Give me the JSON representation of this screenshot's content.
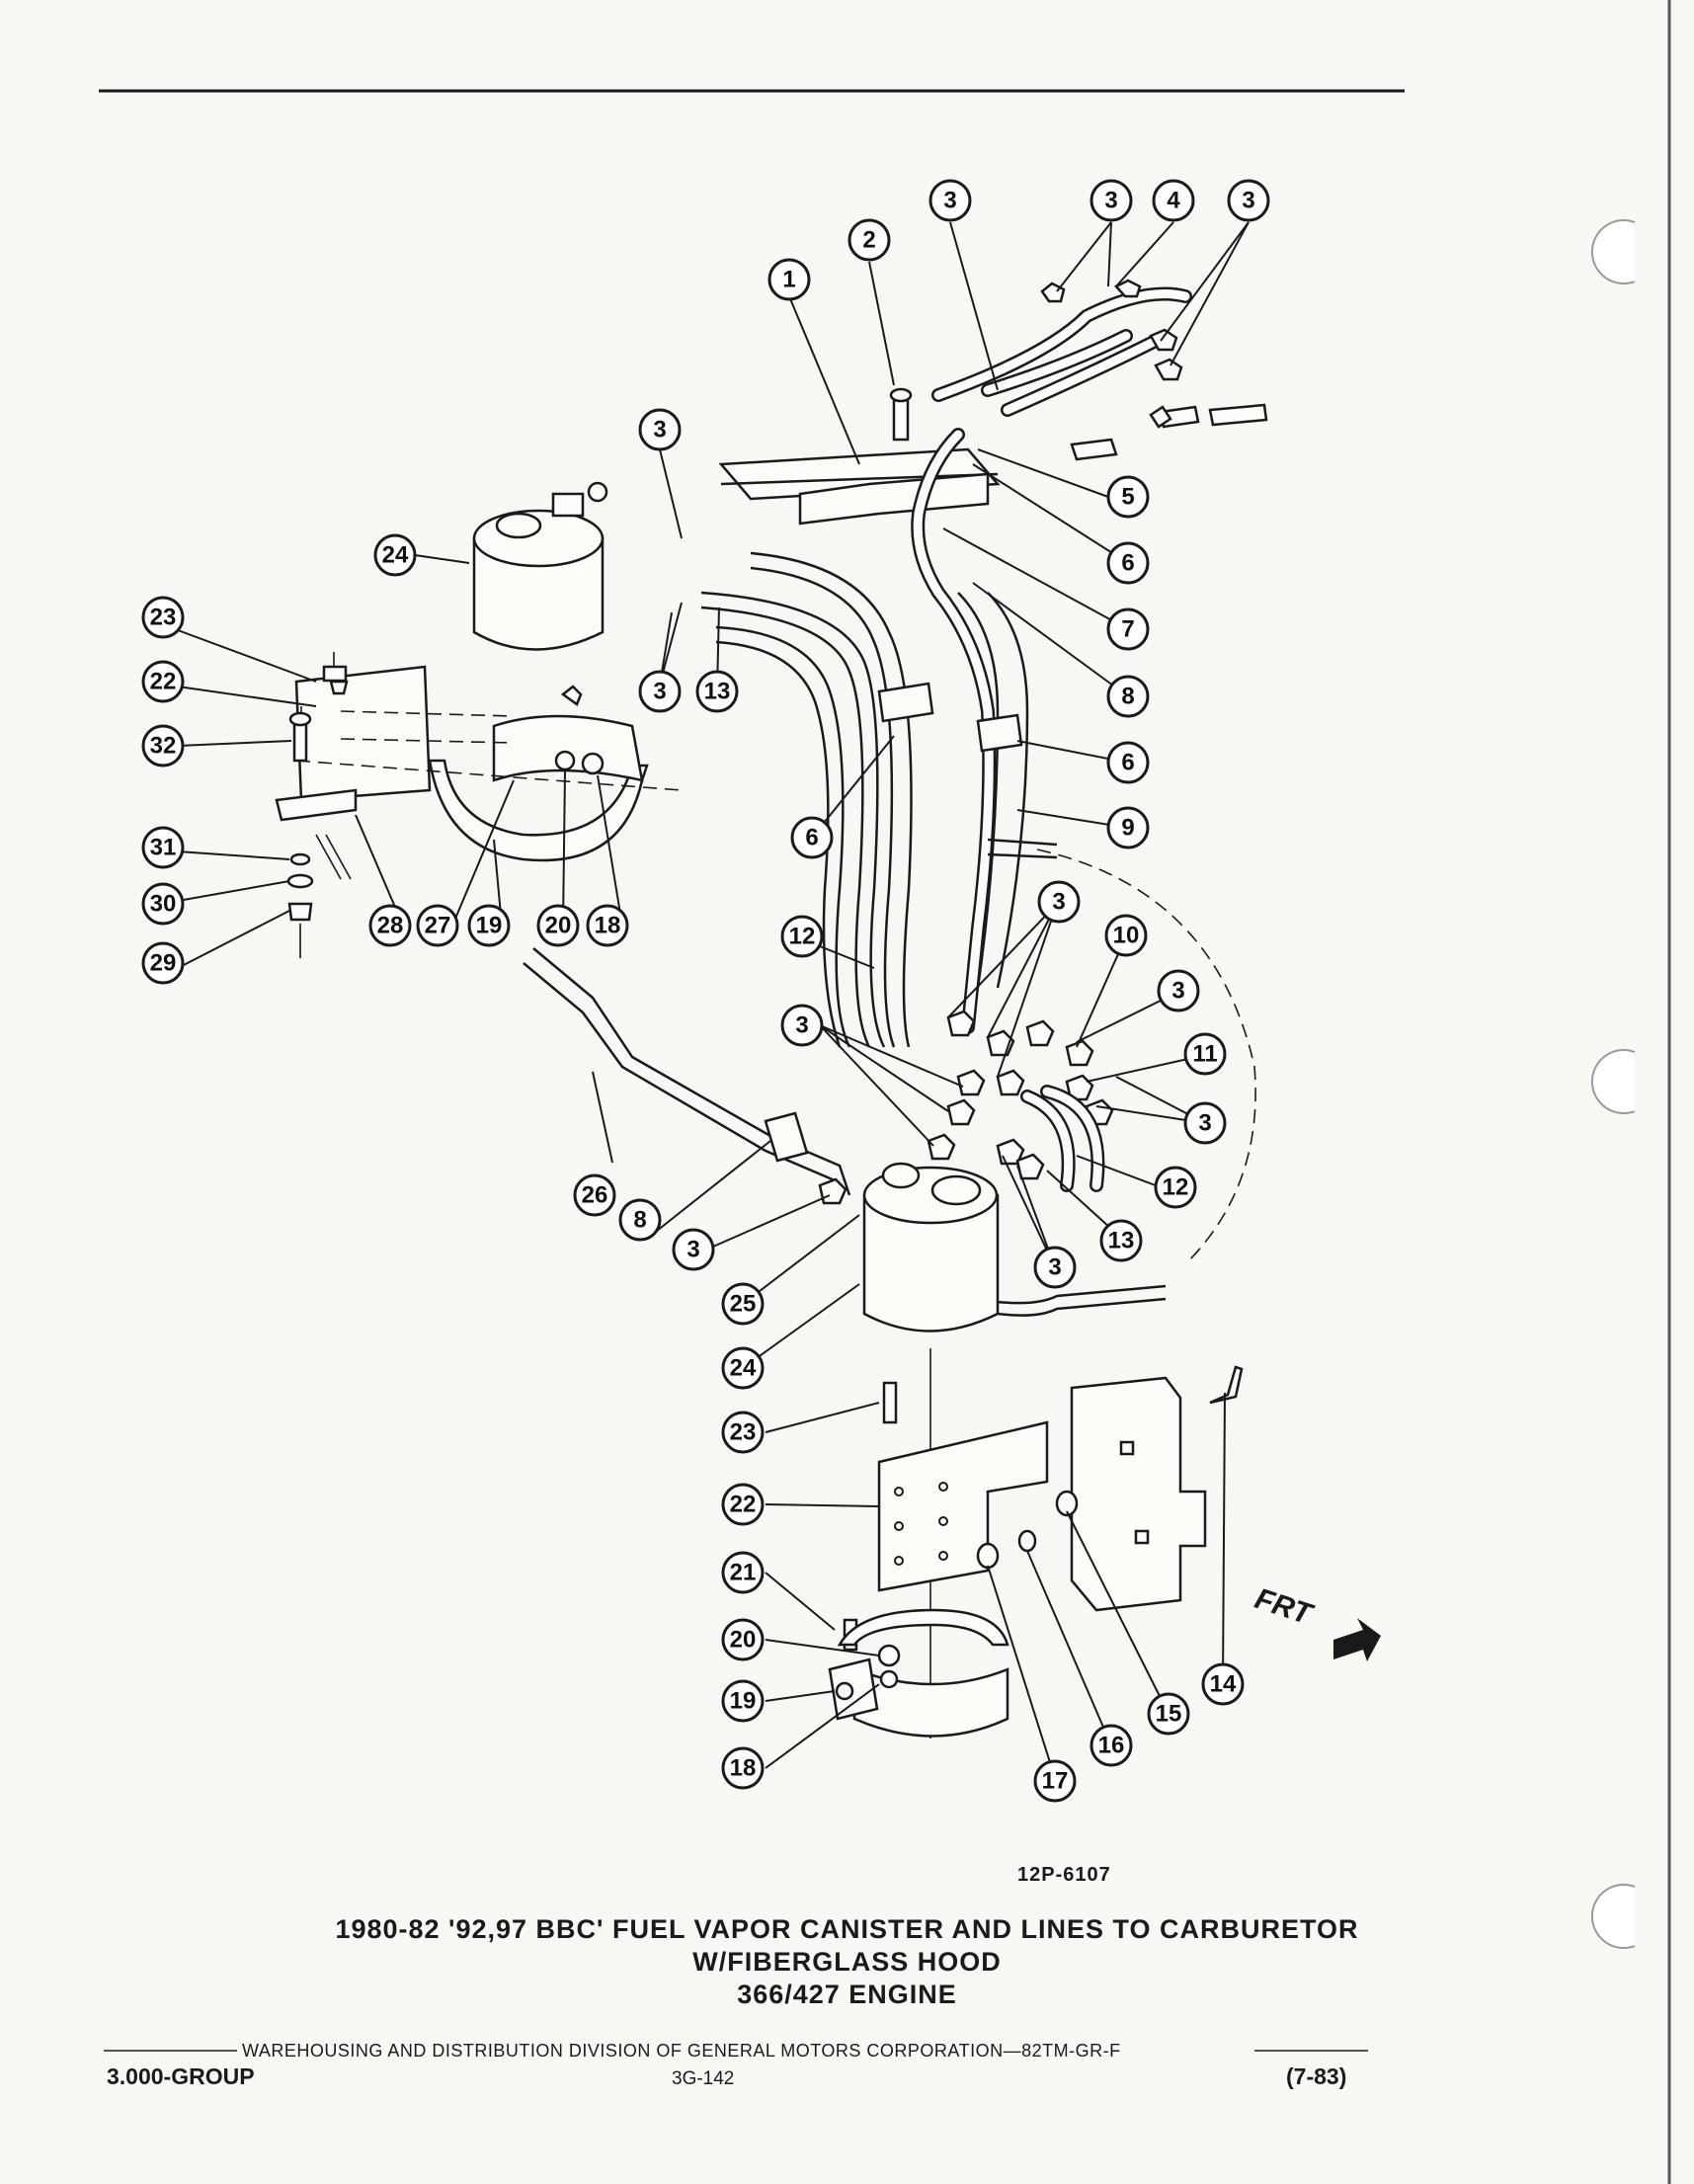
{
  "figure_number": "12P-6107",
  "title": {
    "line1": "1980-82 '92,97 BBC' FUEL VAPOR CANISTER AND LINES TO CARBURETOR",
    "line2": "W/FIBERGLASS HOOD",
    "line3": "366/427 ENGINE"
  },
  "footer": {
    "line": "WAREHOUSING AND DISTRIBUTION DIVISION OF GENERAL MOTORS CORPORATION—82TM-GR-F",
    "group": "3.000-GROUP",
    "page": "3G-142",
    "revision": "(7-83)"
  },
  "direction_label": "FRT",
  "callouts": [
    "1",
    "2",
    "3",
    "4",
    "5",
    "6",
    "7",
    "8",
    "9",
    "10",
    "11",
    "12",
    "13",
    "14",
    "15",
    "16",
    "17",
    "18",
    "19",
    "20",
    "21",
    "22",
    "23",
    "24",
    "25",
    "26",
    "27",
    "28",
    "29",
    "30",
    "31",
    "32"
  ]
}
